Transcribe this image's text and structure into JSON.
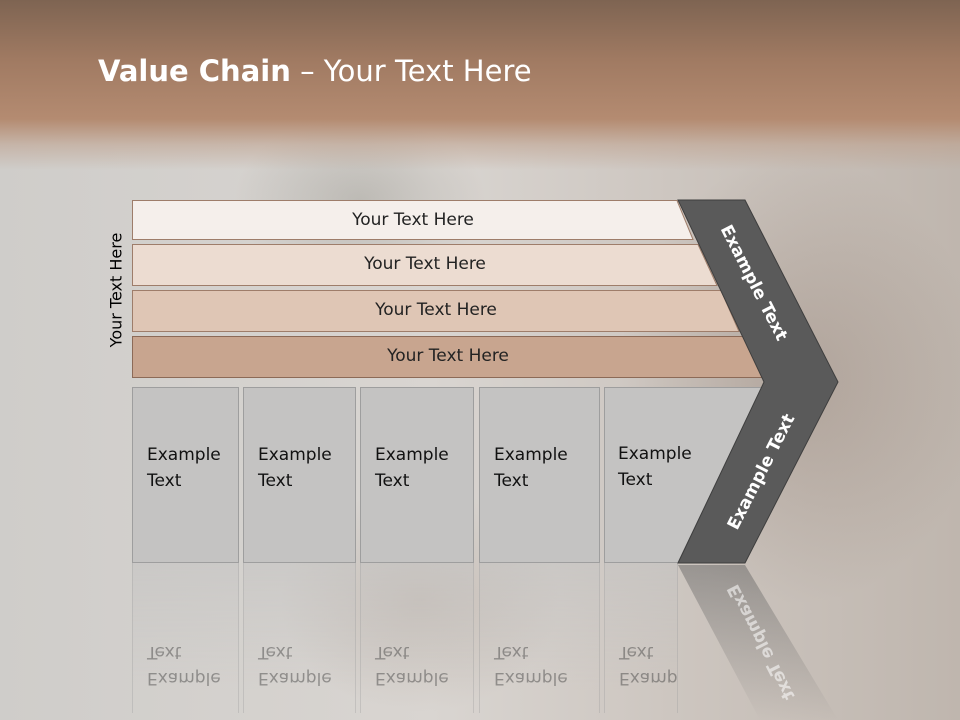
{
  "slide": {
    "title_strong": "Value Chain",
    "title_rest": " – Your Text Here",
    "vertical_label": "Your Text Here",
    "bars": [
      {
        "label": "Your Text Here",
        "fill": "#f5efeb"
      },
      {
        "label": "Your Text Here",
        "fill": "#ecdcd1"
      },
      {
        "label": "Your Text Here",
        "fill": "#dfc6b5"
      },
      {
        "label": "Your Text Here",
        "fill": "#c8a58f"
      }
    ],
    "columns": [
      {
        "label": "Example\nText"
      },
      {
        "label": "Example\nText"
      },
      {
        "label": "Example\nText"
      },
      {
        "label": "Example\nText"
      },
      {
        "label": "Example\nText"
      }
    ],
    "chevron": {
      "top_label": "Example Text",
      "bottom_label": "Example Text",
      "fill": "#5a5a5a"
    }
  }
}
